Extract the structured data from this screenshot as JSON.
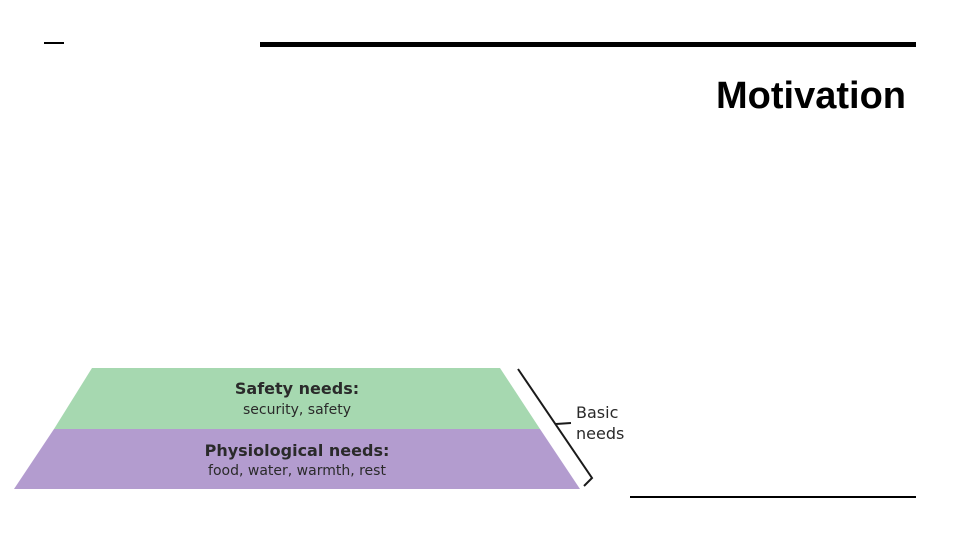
{
  "slide": {
    "title": "Motivation"
  },
  "pyramid": {
    "tiers": [
      {
        "title": "Safety needs:",
        "description": "security, safety",
        "color": "#a6d8b0"
      },
      {
        "title": "Physiological needs:",
        "description": "food, water, warmth, rest",
        "color": "#b39ccf"
      }
    ],
    "bracket": {
      "line1": "Basic",
      "line2": "needs"
    }
  }
}
